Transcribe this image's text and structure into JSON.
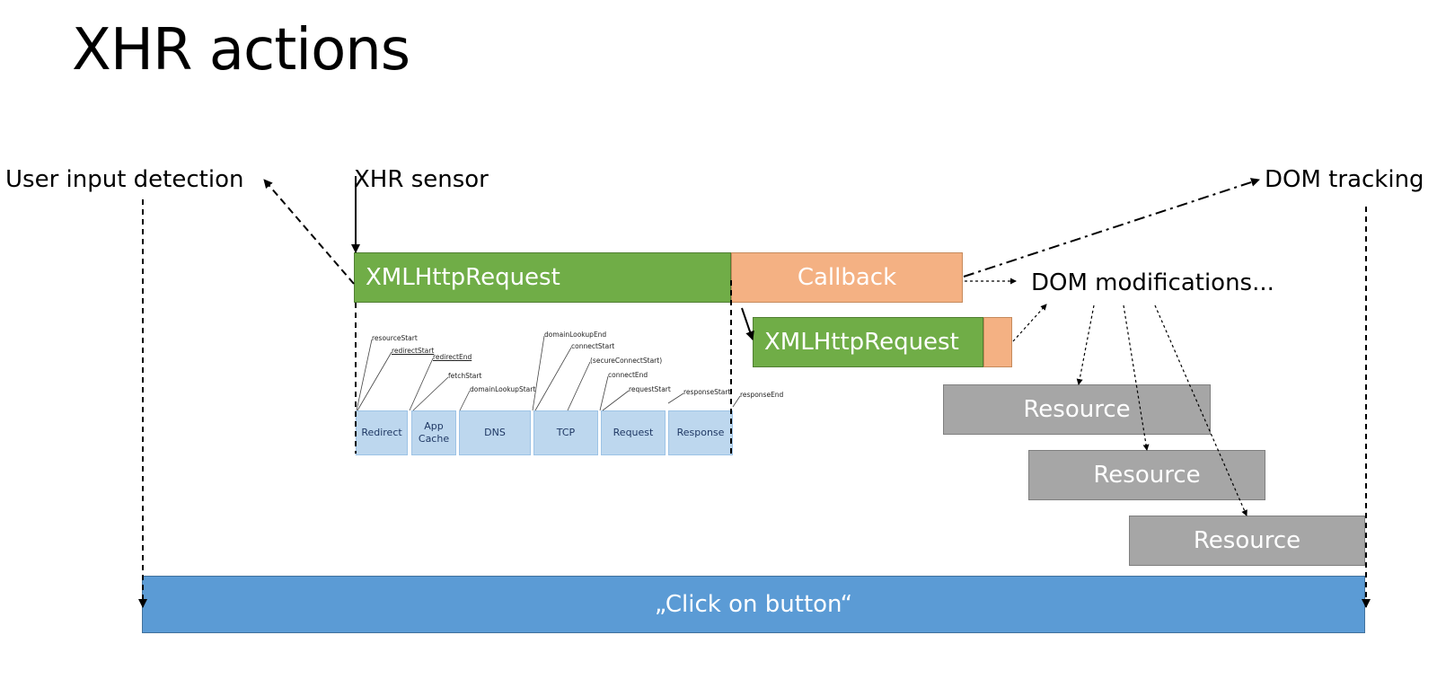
{
  "title": "XHR actions",
  "labels": {
    "user_input": "User input detection",
    "xhr_sensor": "XHR sensor",
    "dom_tracking": "DOM tracking",
    "dom_modifications": "DOM modifications..."
  },
  "bars": {
    "xhr_main": "XMLHttpRequest",
    "callback": "Callback",
    "xhr_second": "XMLHttpRequest",
    "resources": [
      "Resource",
      "Resource",
      "Resource"
    ],
    "click": "„Click on button“"
  },
  "timing": {
    "phases": [
      "Redirect",
      "App Cache",
      "DNS",
      "TCP",
      "Request",
      "Response"
    ],
    "marks": [
      "resourceStart",
      "redirectStart",
      "redirectEnd",
      "fetchStart",
      "domainLookupStart",
      "domainLookupEnd",
      "connectStart",
      "(secureConnectStart)",
      "connectEnd",
      "requestStart",
      "responseStart",
      "responseEnd"
    ]
  },
  "colors": {
    "green": "#70ad47",
    "orange": "#f4b183",
    "grey": "#a6a6a6",
    "blue": "#5b9bd5",
    "timing": "#bdd7ee"
  }
}
